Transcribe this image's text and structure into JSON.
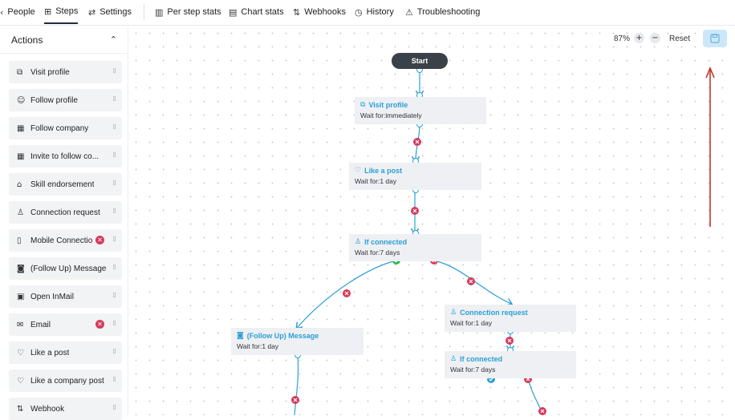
{
  "nav": {
    "tabs": [
      {
        "label": "People",
        "icon": "people-icon"
      },
      {
        "label": "Steps",
        "icon": "steps-icon"
      },
      {
        "label": "Settings",
        "icon": "settings-icon"
      },
      {
        "label": "Per step stats",
        "icon": "bar-chart-icon"
      },
      {
        "label": "Chart stats",
        "icon": "chart-icon"
      },
      {
        "label": "Webhooks",
        "icon": "webhook-icon"
      },
      {
        "label": "History",
        "icon": "clock-icon"
      },
      {
        "label": "Troubleshooting",
        "icon": "warning-icon"
      }
    ],
    "active_tab": "Steps"
  },
  "sidebar": {
    "title": "Actions",
    "items": [
      {
        "label": "Visit profile",
        "icon": "external-link-icon",
        "error": false
      },
      {
        "label": "Follow profile",
        "icon": "follow-user-icon",
        "error": false
      },
      {
        "label": "Follow company",
        "icon": "building-icon",
        "error": false
      },
      {
        "label": "Invite to follow co...",
        "icon": "building-icon",
        "error": false
      },
      {
        "label": "Skill endorsement",
        "icon": "graduation-cap-icon",
        "error": false
      },
      {
        "label": "Connection request",
        "icon": "user-plus-icon",
        "error": false
      },
      {
        "label": "Mobile Connectio",
        "icon": "mobile-icon",
        "error": true
      },
      {
        "label": "(Follow Up) Message",
        "icon": "message-icon",
        "error": false
      },
      {
        "label": "Open InMail",
        "icon": "inmail-icon",
        "error": false
      },
      {
        "label": "Email",
        "icon": "email-icon",
        "error": true
      },
      {
        "label": "Like a post",
        "icon": "heart-icon",
        "error": false
      },
      {
        "label": "Like a company post",
        "icon": "heart-icon",
        "error": false
      },
      {
        "label": "Webhook",
        "icon": "webhook-icon",
        "error": false
      }
    ]
  },
  "canvas": {
    "zoom": "87%",
    "zoom_in": "+",
    "zoom_out": "−",
    "reset_label": "Reset",
    "start_label": "Start",
    "nodes": [
      {
        "title": "Visit profile",
        "wait": "Wait for:immediately",
        "icon": "external-link-icon"
      },
      {
        "title": "Like a post",
        "wait": "Wait for:1 day",
        "icon": "heart-icon"
      },
      {
        "title": "If connected",
        "wait": "Wait for:7 days",
        "icon": "user-check-icon"
      },
      {
        "title": "(Follow Up) Message",
        "wait": "Wait for:1 day",
        "icon": "message-icon"
      },
      {
        "title": "Connection request",
        "wait": "Wait for:1 day",
        "icon": "user-plus-icon"
      },
      {
        "title": "If connected",
        "wait": "Wait for:7 days",
        "icon": "user-check-icon"
      }
    ]
  },
  "colors": {
    "accent": "#2a9fd6",
    "error": "#d63a5a",
    "success": "#2db84c",
    "warning": "#f0a030",
    "annotation_arrow": "#c0392b",
    "save_button_bg": "#cce8f8"
  }
}
